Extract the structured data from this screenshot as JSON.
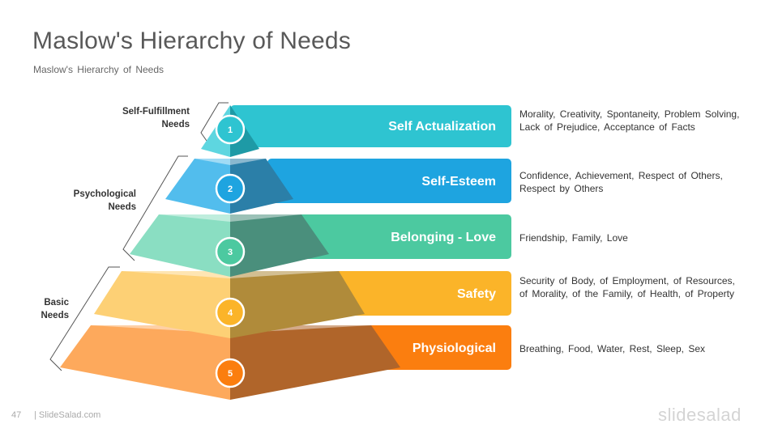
{
  "title": "Maslow's Hierarchy of Needs",
  "subtitle": "Maslow's  Hierarchy  of  Needs",
  "groups": [
    {
      "label_line1": "Self-Fulfillment",
      "label_line2": "Needs"
    },
    {
      "label_line1": "Psychological",
      "label_line2": "Needs"
    },
    {
      "label_line1": "Basic",
      "label_line2": "Needs"
    }
  ],
  "levels": [
    {
      "number": "1",
      "label": "Self Actualization",
      "color": "#2EC4D1",
      "dark": "#1E9AA6",
      "light": "#5ED6E0",
      "description": "Morality, Creativity, Spontaneity, Problem Solving, Lack of Prejudice, Acceptance of Facts"
    },
    {
      "number": "2",
      "label": "Self-Esteem",
      "color": "#1EA4E0",
      "dark": "#2B7FA8",
      "light": "#52BDED",
      "description": "Confidence, Achievement, Respect of Others, Respect by Others"
    },
    {
      "number": "3",
      "label": "Belonging - Love",
      "color": "#4CC9A0",
      "dark": "#4A8F7C",
      "light": "#8ADEC2",
      "description": "Friendship, Family, Love"
    },
    {
      "number": "4",
      "label": "Safety",
      "color": "#FBB429",
      "dark": "#B08B3A",
      "light": "#FDD075",
      "description": "Security of Body, of Employment, of Resources, of Morality, of the Family, of Health, of Property"
    },
    {
      "number": "5",
      "label": "Physiological",
      "color": "#FB7E0F",
      "dark": "#B0652A",
      "light": "#FDA95C",
      "description": "Breathing, Food, Water, Rest, Sleep, Sex"
    }
  ],
  "footer": {
    "page_number": "47",
    "site": "| SlideSalad.com",
    "brand": "slidesalad"
  }
}
